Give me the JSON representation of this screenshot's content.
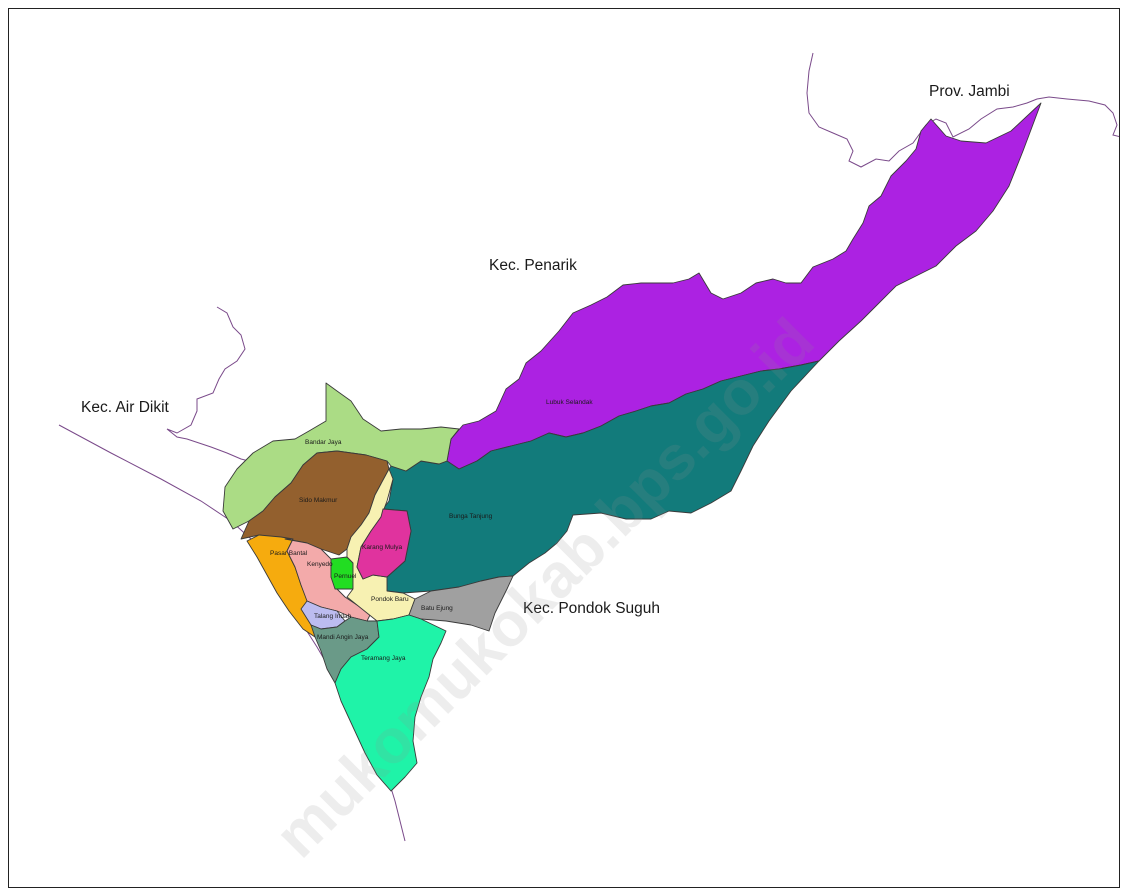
{
  "map": {
    "outer_labels": {
      "jambi": "Prov. Jambi",
      "penarik": "Kec. Penarik",
      "air_dikit": "Kec. Air Dikit",
      "pondok_suguh": "Kec. Pondok Suguh"
    },
    "regions": {
      "lubuk_selandak": {
        "label": "Lubuk Selandak",
        "color": "#ac22e2"
      },
      "bunga_tanjung": {
        "label": "Bunga Tanjung",
        "color": "#127b7b"
      },
      "bandar_jaya": {
        "label": "Bandar Jaya",
        "color": "#abdc85"
      },
      "sido_makmur": {
        "label": "Sido Makmur",
        "color": "#93602e"
      },
      "pasar_bantal": {
        "label": "Pasar Bantal",
        "color": "#f6ab0e"
      },
      "kenyedo": {
        "label": "Kenyedo",
        "color": "#f3aaaa"
      },
      "pernuel": {
        "label": "Pernuel",
        "color": "#22dd22"
      },
      "karang_mulya": {
        "label": "Karang Mulya",
        "color": "#e0339e"
      },
      "pondok_baru": {
        "label": "Pondok Baru",
        "color": "#f7f1b2"
      },
      "batu_ejung": {
        "label": "Batu Ejung",
        "color": "#a0a0a0"
      },
      "talang_indah": {
        "label": "Talang Indah",
        "color": "#bcbcf0"
      },
      "mandi_angin_jaya": {
        "label": "Mandi Angin Jaya",
        "color": "#6a9a88"
      },
      "teramang_jaya": {
        "label": "Teramang Jaya",
        "color": "#1ff3a8"
      }
    },
    "watermark": "mukomukokab.bps.go.id"
  }
}
